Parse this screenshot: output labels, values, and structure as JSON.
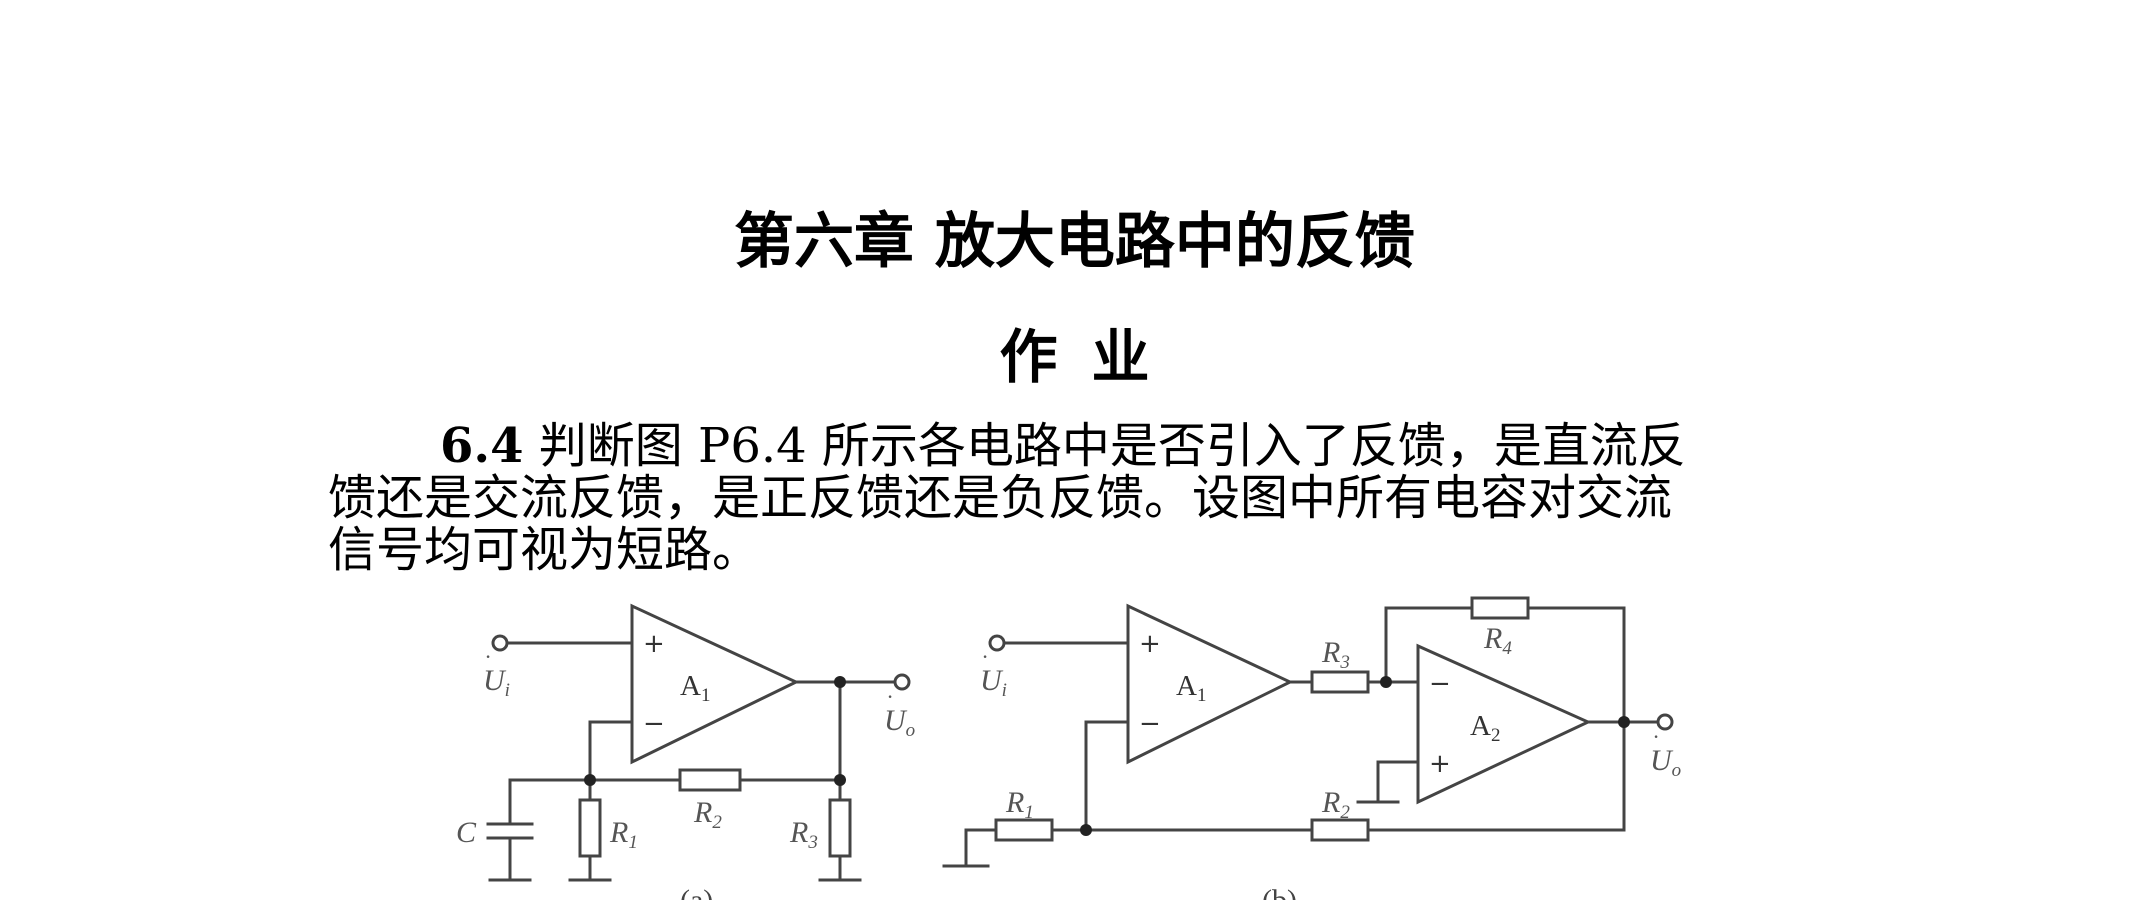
{
  "chapter": {
    "prefix": "第六章",
    "title": "放大电路中的反馈"
  },
  "section": {
    "title": "作业"
  },
  "problem": {
    "number": "6.4",
    "line1": "判断图 P6.4 所示各电路中是否引入了反馈，是直流反",
    "line2": "馈还是交流反馈，是正反馈还是负反馈。设图中所有电容对交流",
    "line3": "信号均可视为短路。"
  },
  "figure": {
    "a": {
      "caption": "(a)",
      "opamp": "A",
      "opamp_sub": "1",
      "plus": "+",
      "minus": "−",
      "input": "U",
      "input_sub": "i",
      "output": "U",
      "output_sub": "o",
      "cap": "C",
      "r1": "R",
      "r1_sub": "1",
      "r2": "R",
      "r2_sub": "2",
      "r3": "R",
      "r3_sub": "3"
    },
    "b": {
      "caption": "(b)",
      "opamp1": "A",
      "opamp1_sub": "1",
      "opamp2": "A",
      "opamp2_sub": "2",
      "plus": "+",
      "minus": "−",
      "input": "U",
      "input_sub": "i",
      "output": "U",
      "output_sub": "o",
      "r1": "R",
      "r1_sub": "1",
      "r2": "R",
      "r2_sub": "2",
      "r3": "R",
      "r3_sub": "3",
      "r4": "R",
      "r4_sub": "4"
    }
  }
}
